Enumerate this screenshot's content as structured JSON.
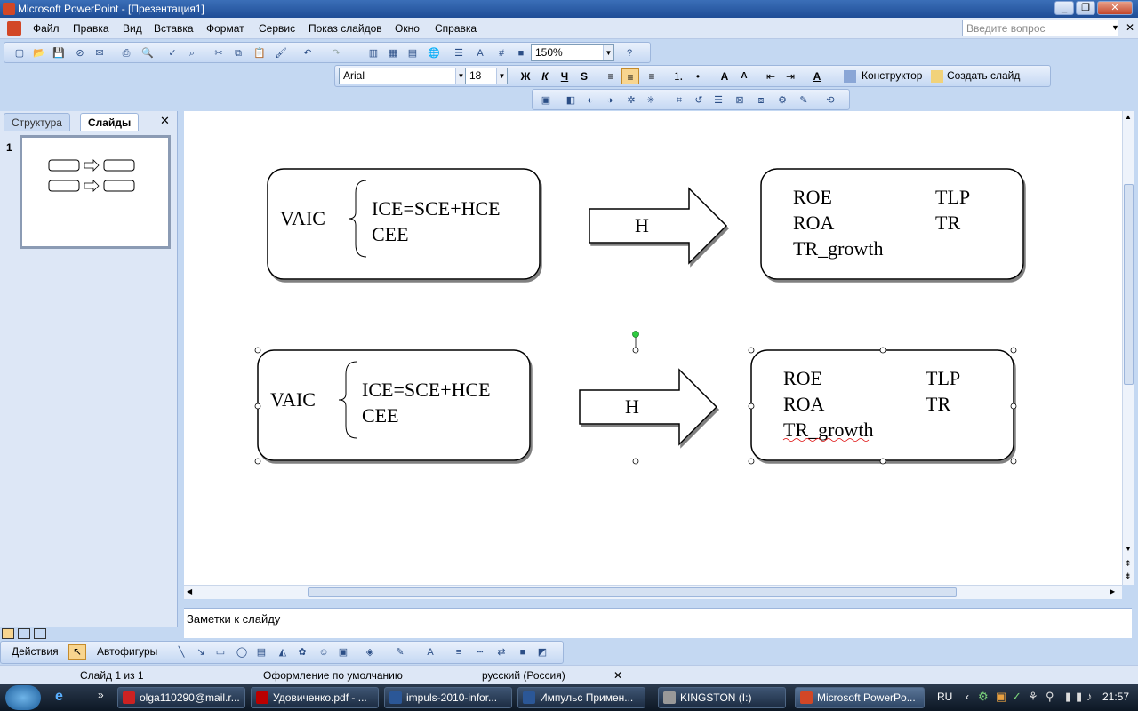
{
  "window": {
    "title": "Microsoft PowerPoint - [Презентация1]"
  },
  "menu": {
    "items": [
      "Файл",
      "Правка",
      "Вид",
      "Вставка",
      "Формат",
      "Сервис",
      "Показ слайдов",
      "Окно",
      "Справка"
    ],
    "ask_placeholder": "Введите вопрос"
  },
  "toolbar": {
    "zoom": "150%",
    "font": "Arial",
    "font_size": "18",
    "bold": "Ж",
    "italic": "К",
    "underline": "Ч",
    "shadow": "S",
    "designer": "Конструктор",
    "new_slide": "Создать слайд"
  },
  "pane": {
    "tab_outline": "Структура",
    "tab_slides": "Слайды",
    "slide_number": "1"
  },
  "slide": {
    "row1": {
      "left_label": "VAIC",
      "formula1": "ICE=SCE+HCE",
      "formula2": "CEE",
      "arrow_label": "H",
      "r1": "ROE",
      "r2": "ROA",
      "r3": "TR_growth",
      "r4": "TLP",
      "r5": "TR"
    },
    "row2": {
      "left_label": "VAIC",
      "formula1": "ICE=SCE+HCE",
      "formula2": "CEE",
      "arrow_label": "H",
      "r1": "ROE",
      "r2": "ROA",
      "r3": "TR_growth",
      "r4": "TLP",
      "r5": "TR"
    }
  },
  "notes": {
    "placeholder": "Заметки к слайду"
  },
  "drawing": {
    "actions": "Действия",
    "autoshapes": "Автофигуры"
  },
  "status": {
    "slide": "Слайд 1 из 1",
    "design": "Оформление по умолчанию",
    "language": "русский (Россия)"
  },
  "taskbar": {
    "tasks": [
      "olga110290@mail.r...",
      "Удовиченко.pdf - ...",
      "impuls-2010-infor...",
      "Импульс Примен...",
      "KINGSTON (I:)",
      "Microsoft PowerPo..."
    ],
    "lang": "RU",
    "clock": "21:57"
  },
  "colors": {
    "accent": "#1f4d96",
    "selection_handle": "#2ecc40"
  }
}
